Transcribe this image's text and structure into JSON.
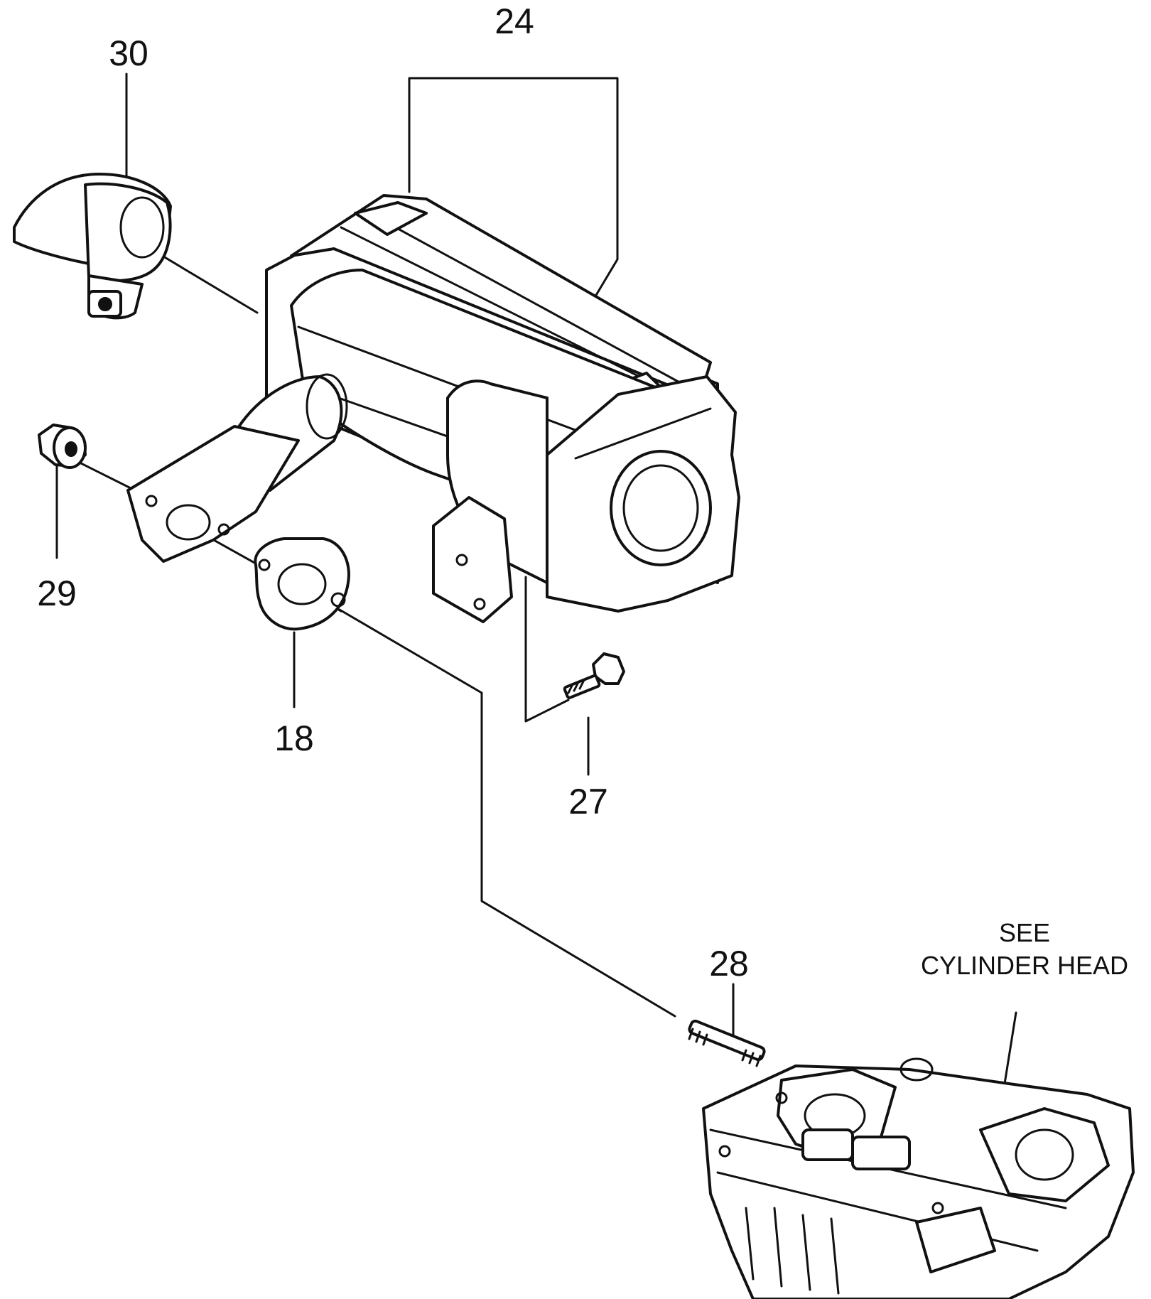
{
  "callouts": {
    "p24": "24",
    "p30": "30",
    "p29": "29",
    "p18": "18",
    "p27": "27",
    "p28": "28"
  },
  "note": {
    "line1": "SEE",
    "line2": "CYLINDER HEAD"
  },
  "parts": {
    "p24": "muffler-icon",
    "p30": "exhaust-deflector-clamp-icon",
    "p29": "flange-nut-icon",
    "p18": "exhaust-gasket-icon",
    "p27": "bolt-icon",
    "p28": "stud-icon",
    "head": "cylinder-head-icon"
  }
}
